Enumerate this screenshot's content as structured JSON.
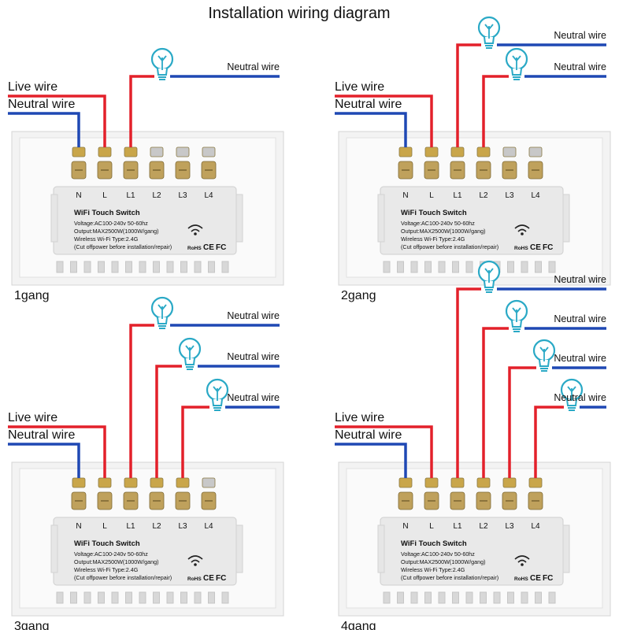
{
  "title": "Installation wiring diagram",
  "colors": {
    "live": "#e3202a",
    "neutral": "#1f48b4",
    "bulb": "#2aa9c6",
    "panel": "#e9e9e9",
    "screw": "#c9a64a"
  },
  "terminal_labels": [
    "N",
    "L",
    "L1",
    "L2",
    "L3",
    "L4"
  ],
  "label_panel": {
    "product_name": "WiFi Touch Switch",
    "voltage": "Voltage:AC100-240v 50-60hz",
    "output": "Output:MAX2500W(1000W/gang)",
    "wireless": "Wireless Wi-Fi Type:2.4G",
    "caution": "(Cut offpower before installation/repair)",
    "rohs_mark": "RoHS",
    "ce_mark": "CE",
    "fc_mark": "FC",
    "wifi_icon": "wifi-icon"
  },
  "live_wire_label": "Live wire",
  "neutral_wire_label": "Neutral wire",
  "diagrams": [
    {
      "gang_label": "1gang",
      "gangs": 1
    },
    {
      "gang_label": "2gang",
      "gangs": 2
    },
    {
      "gang_label": "3gang",
      "gangs": 3
    },
    {
      "gang_label": "4gang",
      "gangs": 4
    }
  ]
}
